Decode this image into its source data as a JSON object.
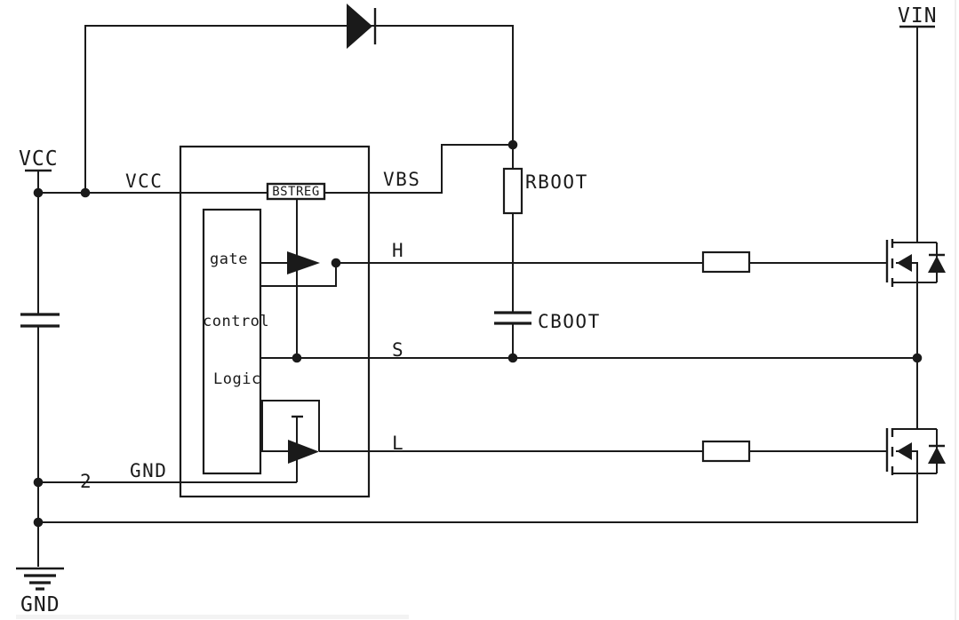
{
  "diagram": {
    "description": "Half-bridge bootstrap gate-driver circuit schematic",
    "colors": {
      "line": "#1a1a1a",
      "background": "#ffffff"
    },
    "rails": {
      "vcc": "VCC",
      "vin": "VIN",
      "gnd": "GND"
    },
    "ic": {
      "pins": {
        "vcc": "VCC",
        "vbs": "VBS",
        "h": "H",
        "s": "S",
        "l": "L",
        "gnd": "GND",
        "gnd_pin_number": "2"
      },
      "blocks": {
        "bstreg": "BSTREG",
        "logic_lines": [
          "gate",
          "control",
          "Logic"
        ]
      }
    },
    "components": {
      "rboot": "RBOOT",
      "cboot": "CBOOT"
    }
  }
}
